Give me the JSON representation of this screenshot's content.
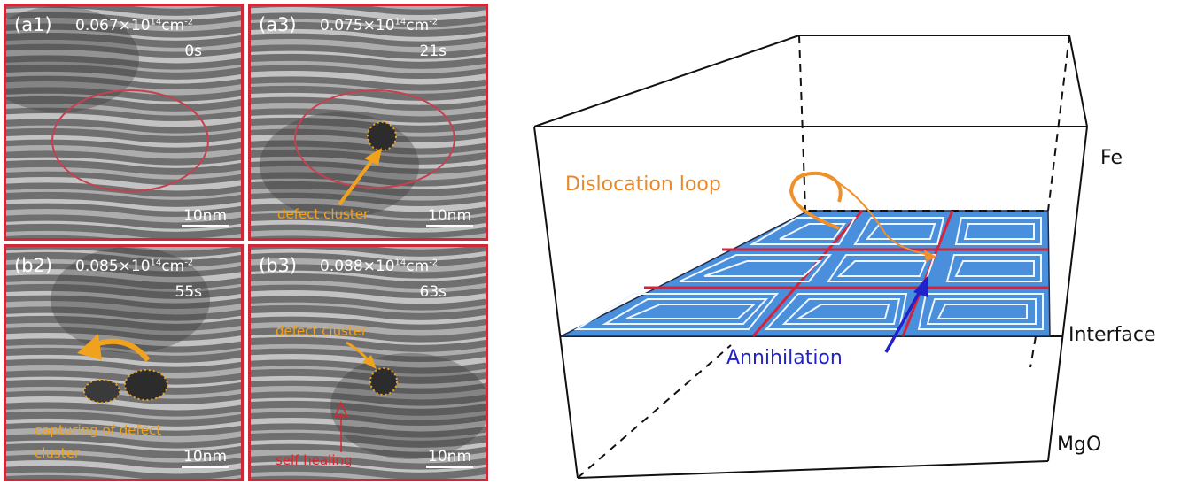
{
  "panels": [
    {
      "label": "(a1)",
      "dose": "0.067×10",
      "exp": "14",
      "unit": "cm",
      "unit_exp": "-2",
      "time": "0s",
      "scale": "10nm"
    },
    {
      "label": "(a3)",
      "dose": "0.075×10",
      "exp": "14",
      "unit": "cm",
      "unit_exp": "-2",
      "time": "21s",
      "scale": "10nm",
      "annotation": "defect cluster"
    },
    {
      "label": "(b2)",
      "dose": "0.085×10",
      "exp": "14",
      "unit": "cm",
      "unit_exp": "-2",
      "time": "55s",
      "scale": "10nm",
      "annotation_line1": "capturing of defect",
      "annotation_line2": "cluster"
    },
    {
      "label": "(b3)",
      "dose": "0.088×10",
      "exp": "14",
      "unit": "cm",
      "unit_exp": "-2",
      "time": "63s",
      "scale": "10nm",
      "annotation": "defect cluster",
      "annotation2": "self healing"
    }
  ],
  "schematic": {
    "layer_top": "Fe",
    "layer_interface": "Interface",
    "layer_bottom": "MgO",
    "loop_label": "Dislocation loop",
    "arrow_label": "Annihilation"
  },
  "colors": {
    "panel_border": "#cc2a3a",
    "orange": "#f0a21e",
    "interface_blue": "#4a8fdc",
    "annihilation": "#2222cc",
    "grid_red": "#d6233a"
  }
}
